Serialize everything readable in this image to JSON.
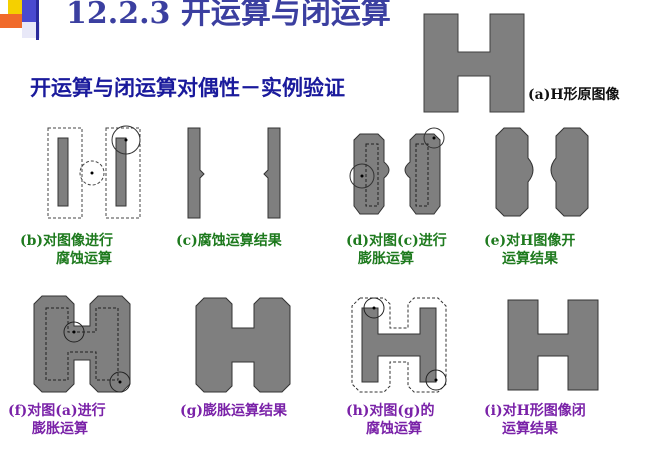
{
  "slide": {
    "title": "12.2.3 开运算与闭运算",
    "subtitle": "开运算与闭运算对偶性－实例验证"
  },
  "panels": [
    {
      "id": "a",
      "caption_lines": [
        "(a)H形原图像"
      ]
    },
    {
      "id": "b",
      "caption_lines": [
        "(b)对图像进行",
        "腐蚀运算"
      ]
    },
    {
      "id": "c",
      "caption_lines": [
        "(c)腐蚀运算结果"
      ]
    },
    {
      "id": "d",
      "caption_lines": [
        "(d)对图(c)进行",
        "膨胀运算"
      ]
    },
    {
      "id": "e",
      "caption_lines": [
        "(e)对H图像开",
        "运算结果"
      ]
    },
    {
      "id": "f",
      "caption_lines": [
        "(f)对图(a)进行",
        "膨胀运算"
      ]
    },
    {
      "id": "g",
      "caption_lines": [
        "(g)膨胀运算结果"
      ]
    },
    {
      "id": "h",
      "caption_lines": [
        "(h)对图(g)的",
        "腐蚀运算"
      ]
    },
    {
      "id": "i",
      "caption_lines": [
        "(i)对H形图像闭",
        "运算结果"
      ]
    }
  ],
  "colors": {
    "shape_fill": "#7f7f7f",
    "shape_stroke": "#3f3f3f",
    "caption_green": "#1e7a1e",
    "caption_purple": "#7a22a8",
    "subtitle": "#1a1a9c",
    "title": "#3b3fa0"
  }
}
